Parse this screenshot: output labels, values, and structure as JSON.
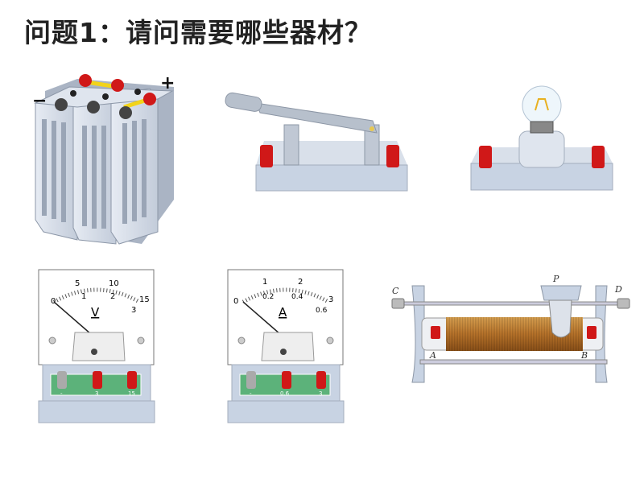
{
  "slide": {
    "title": "问题1：请问需要哪些器材？"
  },
  "equipment": {
    "battery": {
      "minus": "−",
      "plus": "+"
    },
    "switch": {},
    "bulb": {},
    "voltmeter": {
      "unit": "V",
      "scale_top": [
        "0",
        "5",
        "10",
        "15"
      ],
      "scale_bottom": [
        "1",
        "2",
        "3"
      ],
      "terminals": [
        "-",
        "3",
        "15"
      ]
    },
    "ammeter": {
      "unit": "A",
      "scale_top": [
        "0",
        "1",
        "2",
        "3"
      ],
      "scale_bottom": [
        "0.2",
        "0.4",
        "0.6"
      ],
      "terminals": [
        "-",
        "0.6",
        "3"
      ]
    },
    "rheostat": {
      "labels": {
        "c": "C",
        "d": "D",
        "p": "P",
        "a": "A",
        "b": "B"
      }
    }
  },
  "colors": {
    "terminal_red": "#d01818",
    "panel_green": "#5cb27a",
    "base_blue": "#c8d3e3",
    "coil": "#b8732a"
  }
}
